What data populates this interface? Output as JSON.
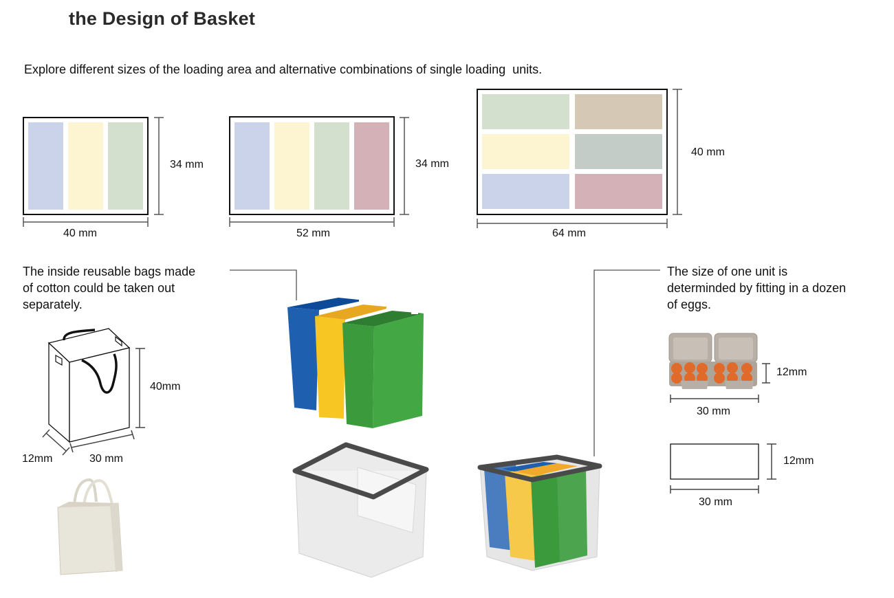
{
  "header": {
    "title": "the Design of Basket",
    "subtitle": "Explore different sizes of the loading area and alternative combinations of single loading  units."
  },
  "colors": {
    "blue_unit": "#cbd3ea",
    "yellow_unit": "#fdf5d2",
    "green_unit": "#d3e0cd",
    "tan_unit": "#d5c8b4",
    "gray_green_unit": "#c4ccc8",
    "rose_unit": "#d3b1b6",
    "bin_blue": "#1f5fb0",
    "bin_yellow": "#f7c623",
    "bin_green": "#3a9a3c",
    "rim_dark": "#4a4a4a"
  },
  "layouts": [
    {
      "width_label": "40 mm",
      "height_label": "34 mm",
      "units": [
        "blue_unit",
        "yellow_unit",
        "green_unit"
      ]
    },
    {
      "width_label": "52 mm",
      "height_label": "34 mm",
      "units": [
        "blue_unit",
        "yellow_unit",
        "green_unit",
        "rose_unit"
      ]
    },
    {
      "width_label": "64 mm",
      "height_label": "40 mm",
      "units": [
        "green_unit",
        "tan_unit",
        "yellow_unit",
        "gray_green_unit",
        "blue_unit",
        "rose_unit"
      ]
    }
  ],
  "bag_section": {
    "caption_lines": [
      "The inside reusable bags made",
      "of cotton could be taken out",
      "separately."
    ],
    "height_label": "40mm",
    "depth_label": "12mm",
    "width_label": "30 mm"
  },
  "egg_section": {
    "caption_lines": [
      "The size of one unit is",
      "determinded by fitting in a dozen",
      "of eggs."
    ],
    "carton_height_label": "12mm",
    "carton_width_label": "30 mm",
    "box_height_label": "12mm",
    "box_width_label": "30 mm"
  }
}
